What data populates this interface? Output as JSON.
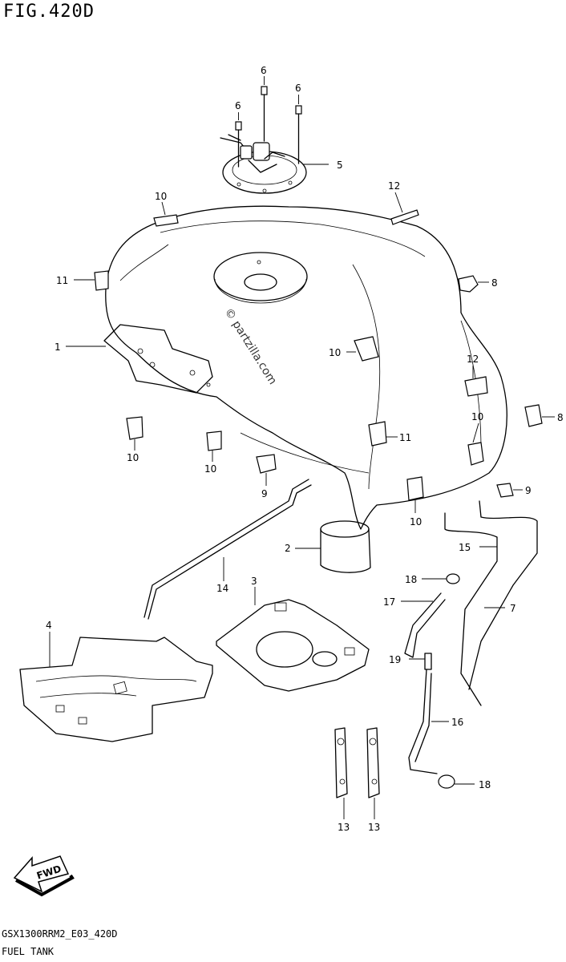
{
  "header": {
    "figure_title": "FIG.420D"
  },
  "footer": {
    "code": "GSX1300RRM2_E03_420D",
    "name": "FUEL TANK"
  },
  "watermark": "© partzilla.com",
  "fwd_label": "FWD",
  "callouts": {
    "c6a": "6",
    "c6b": "6",
    "c6c": "6",
    "c5": "5",
    "c10a": "10",
    "c12a": "12",
    "c11a": "11",
    "c8a": "8",
    "c1": "1",
    "c10b": "10",
    "c12b": "12",
    "c8b": "8",
    "c10c": "10",
    "c10d": "10",
    "c11b": "11",
    "c10e": "10",
    "c9a": "9",
    "c9b": "9",
    "c10f": "10",
    "c2": "2",
    "c15": "15",
    "c14": "14",
    "c3": "3",
    "c18a": "18",
    "c17": "17",
    "c7": "7",
    "c4": "4",
    "c19": "19",
    "c16": "16",
    "c18b": "18",
    "c13a": "13",
    "c13b": "13"
  }
}
